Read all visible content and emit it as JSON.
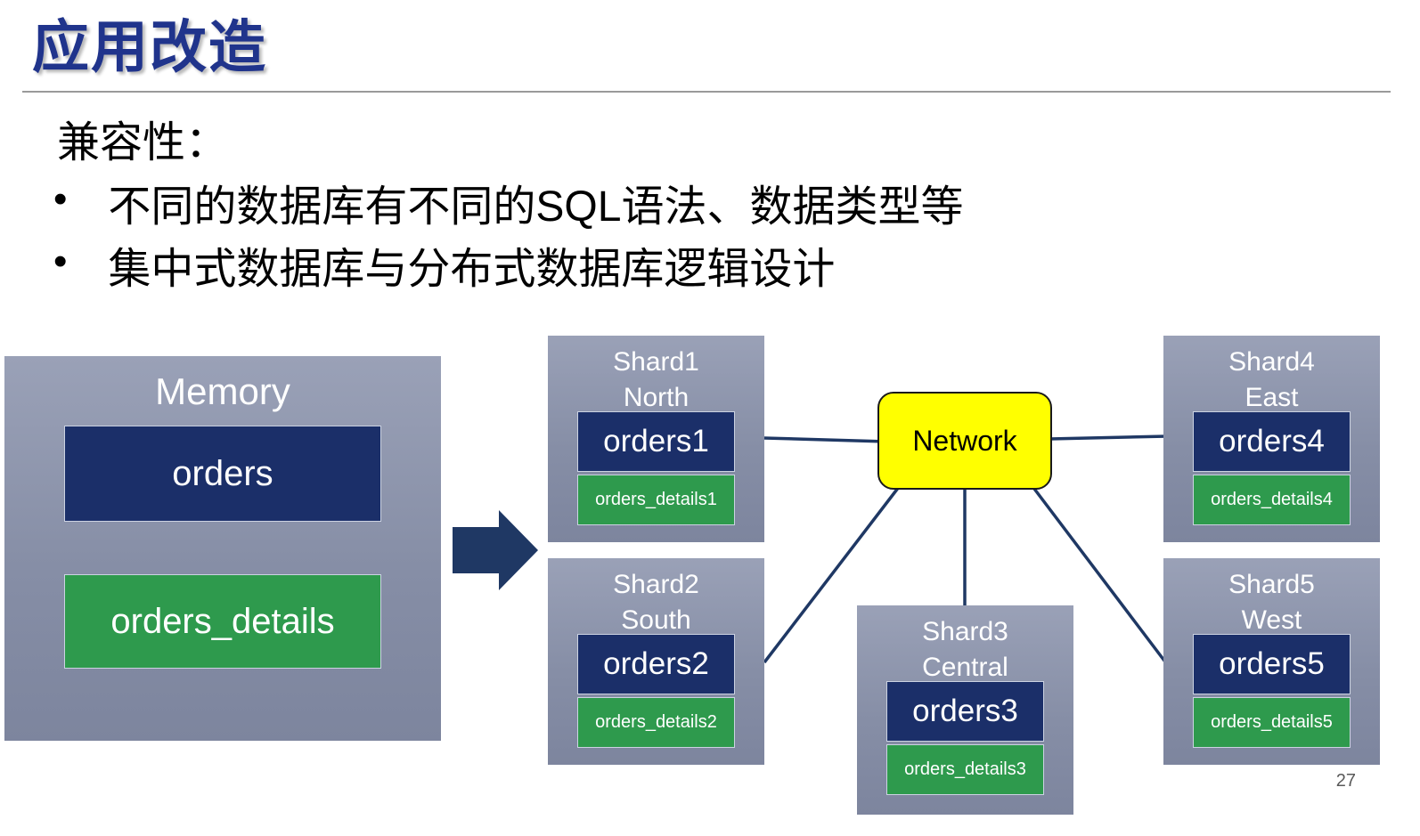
{
  "slide": {
    "title": "应用改造",
    "page_number": "27"
  },
  "body": {
    "heading": "兼容性：",
    "bullets": [
      "不同的数据库有不同的SQL语法、数据类型等",
      "集中式数据库与分布式数据库逻辑设计"
    ]
  },
  "diagram": {
    "memory": {
      "label": "Memory",
      "orders": "orders",
      "details": "orders_details"
    },
    "network": {
      "label": "Network"
    },
    "shards": [
      {
        "name": "Shard1",
        "region": "North",
        "orders": "orders1",
        "details": "orders_details1"
      },
      {
        "name": "Shard2",
        "region": "South",
        "orders": "orders2",
        "details": "orders_details2"
      },
      {
        "name": "Shard3",
        "region": "Central",
        "orders": "orders3",
        "details": "orders_details3"
      },
      {
        "name": "Shard4",
        "region": "East",
        "orders": "orders4",
        "details": "orders_details4"
      },
      {
        "name": "Shard5",
        "region": "West",
        "orders": "orders5",
        "details": "orders_details5"
      }
    ],
    "colors": {
      "title_blue": "#20348C",
      "panel_gray_blue": "#8A92AC",
      "table_navy": "#1B2F69",
      "table_green": "#2E9A4D",
      "network_yellow": "#FFFF00",
      "connector_navy": "#1F3864"
    }
  }
}
